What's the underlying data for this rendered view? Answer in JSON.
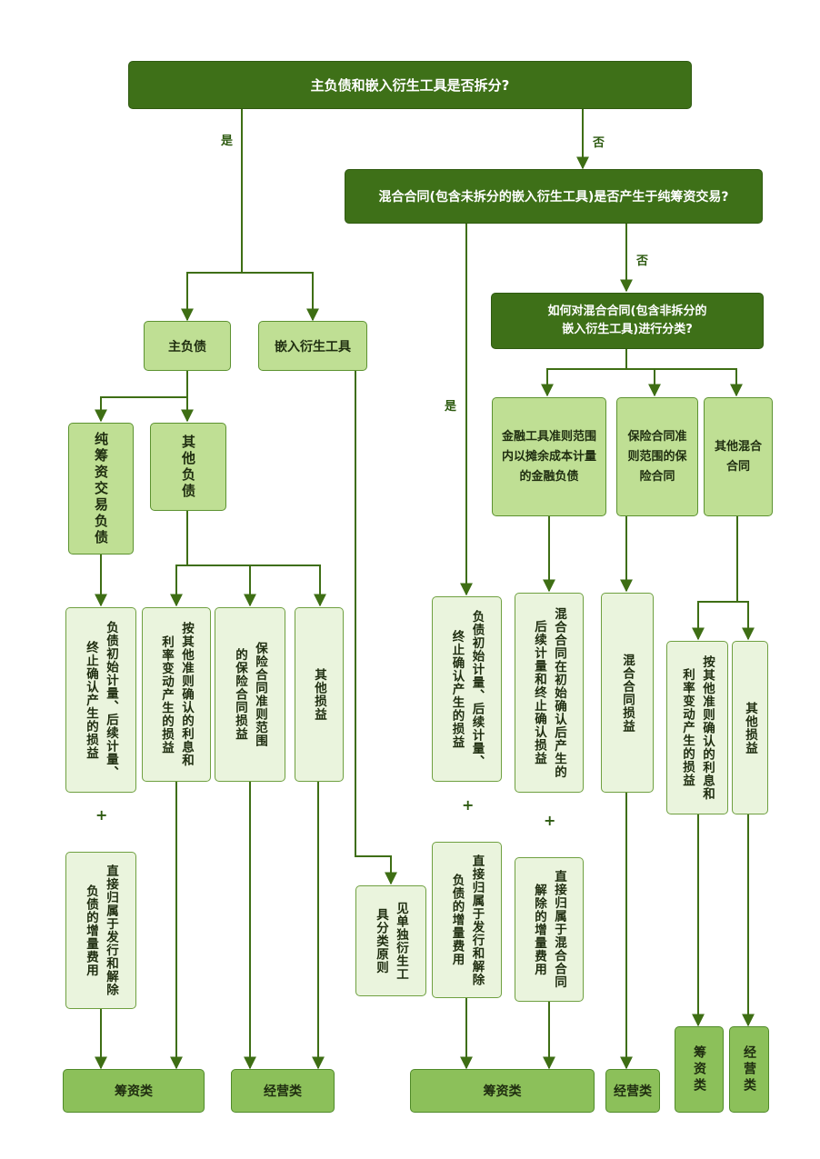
{
  "nodes": {
    "q1": "主负债和嵌入衍生工具是否拆分?",
    "q2": "混合合同(包含未拆分的嵌入衍生工具)是否产生于纯筹资交易?",
    "q3_line1": "如何对混合合同(包含非拆分的",
    "q3_line2": "嵌入衍生工具)进行分类?",
    "main_liability": "主负债",
    "embedded_derivative": "嵌入衍生工具",
    "pure_financing_liability": "纯筹资交易负债",
    "other_liability": "其他负债",
    "a1": "负债初始计量、后续计量、终止确认产生的损益",
    "a2": "直接归属于发行和解除负债的增量费用",
    "b1": "按其他准则确认的利息和利率变动产生的损益",
    "b2": "保险合同准则范围的保险合同损益",
    "b3": "其他损益",
    "c1": "见单独衍生工具分类原则",
    "d1": "负债初始计量、后续计量、终止确认产生的损益",
    "d2": "直接归属于发行和解除负债的增量费用",
    "e_fin": "金融工具准则范围内以摊余成本计量的金融负债",
    "e_ins": "保险合同准则范围的保险合同",
    "e_other": "其他混合合同",
    "f1": "混合合同在初始确认后产生的后续计量和终止确认损益",
    "f2": "直接归属于混合合同解除的增量费用",
    "g1": "混合合同损益",
    "h1": "按其他准则确认的利息和利率变动产生的损益",
    "h2": "其他损益"
  },
  "labels": {
    "yes": "是",
    "no": "否",
    "plus": "+"
  },
  "categories": {
    "financing": "筹资类",
    "operating": "经营类"
  },
  "colors": {
    "dark_green": "#3e7018",
    "mid_green": "#bfdf94",
    "light_green": "#eaf4dd",
    "category_green": "#8cc05a",
    "line": "#3e6e14"
  }
}
